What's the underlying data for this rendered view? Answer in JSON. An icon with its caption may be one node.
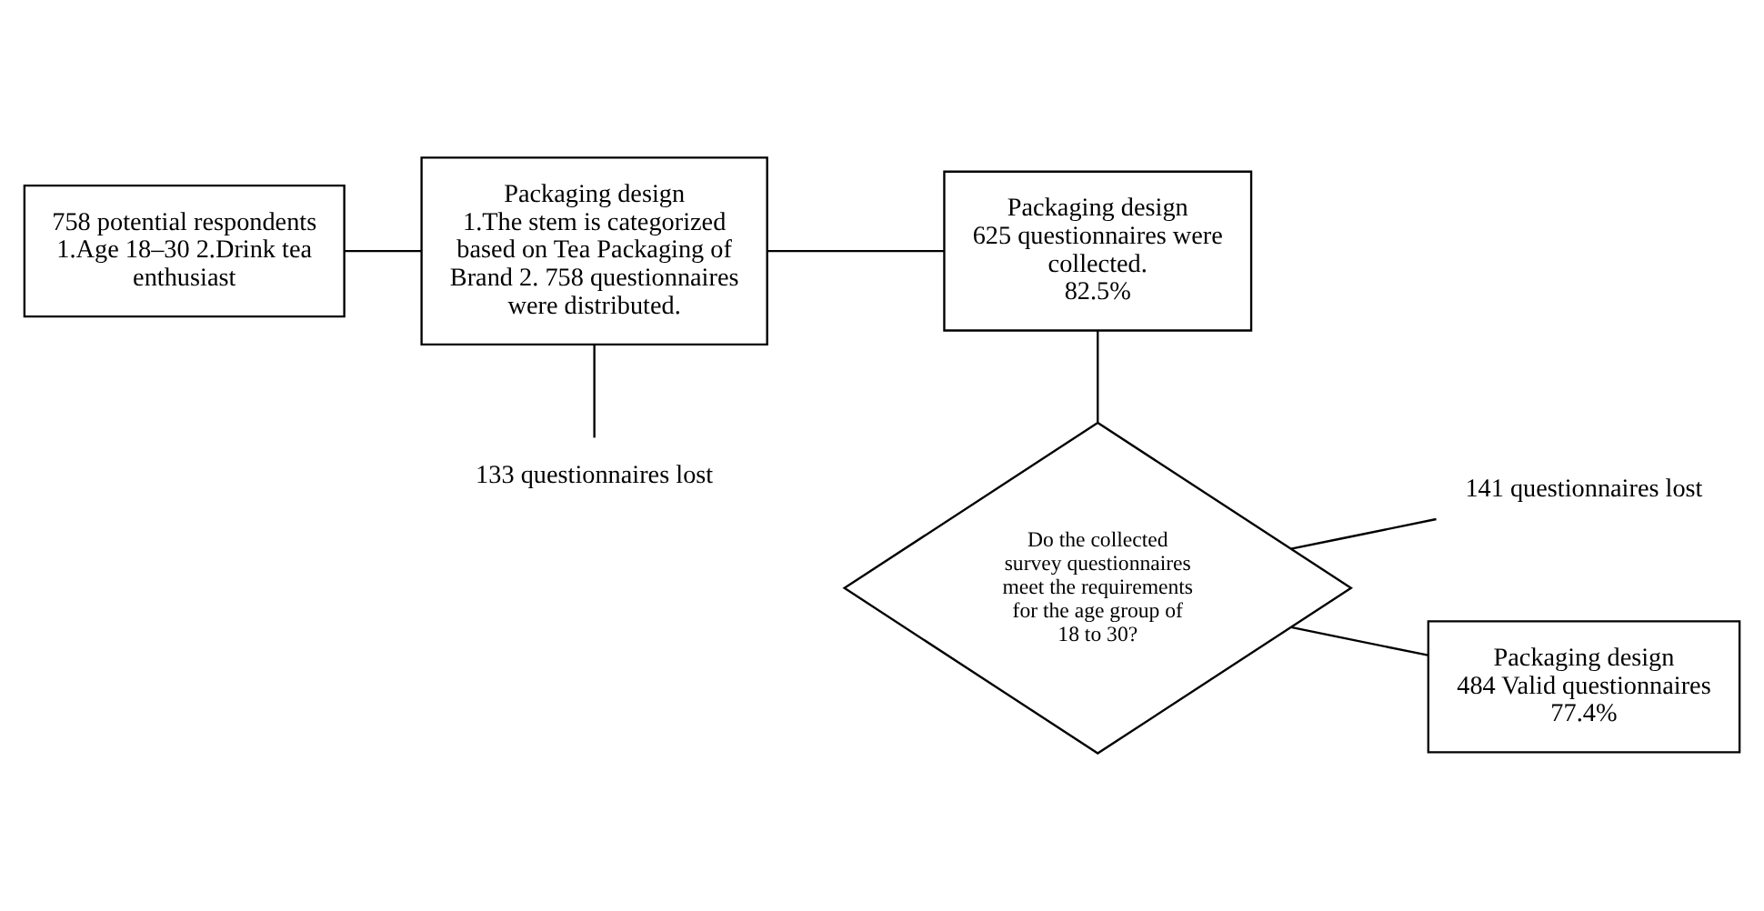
{
  "diagram": {
    "nodes": [
      {
        "text": [
          "758 potential respondents",
          "1.Age 18–30 2.Drink tea enthusiast"
        ]
      },
      {
        "text": [
          "Packaging design",
          "1.The stem is categorized based on Tea Packaging of Brand 2. 758 questionnaires were distributed."
        ]
      },
      {
        "text": [
          "Packaging design",
          "625 questionnaires were collected.",
          "82.5%"
        ]
      },
      {
        "text": [
          "133 questionnaires lost"
        ]
      },
      {
        "text": [
          "Do the collected survey questionnaires meet the requirements for the age group of 18 to 30?"
        ]
      },
      {
        "text": [
          "141 questionnaires lost"
        ]
      },
      {
        "text": [
          "Packaging design",
          "484 Valid questionnaires",
          "77.4%"
        ]
      }
    ],
    "edges": [
      {
        "from": 0,
        "to": 1,
        "arrow": "none"
      },
      {
        "from": 1,
        "to": 2,
        "arrow": "none"
      },
      {
        "from": 1,
        "to": 3,
        "arrow": "none"
      },
      {
        "from": 2,
        "to": 4,
        "arrow": "none"
      },
      {
        "from": 4,
        "to": 6,
        "arrow": "none"
      },
      {
        "from": 4,
        "to": 5,
        "arrow": "none"
      }
    ]
  }
}
